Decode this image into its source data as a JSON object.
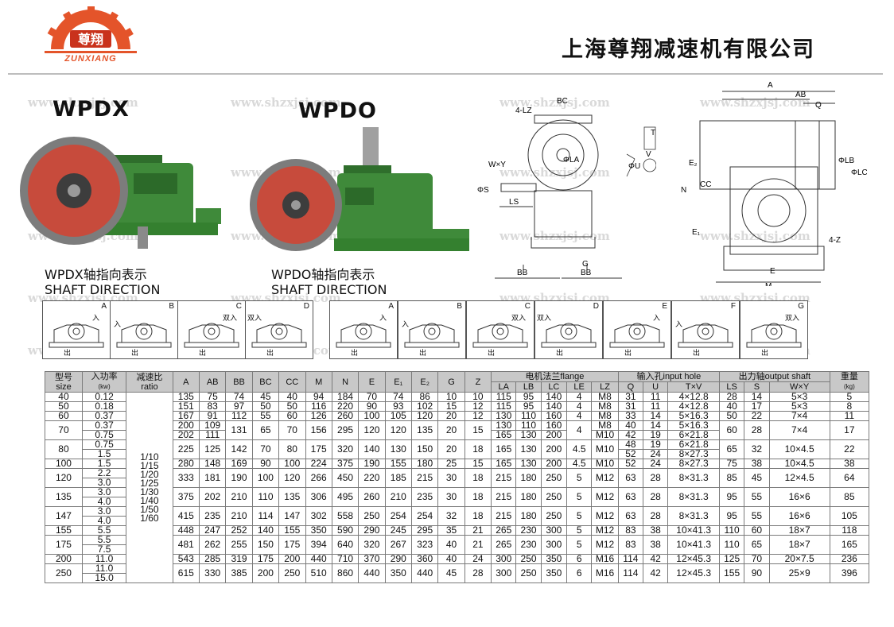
{
  "header": {
    "brand": "ZUNXIANG",
    "logo_chars": "尊翔",
    "company": "上海尊翔减速机有限公司"
  },
  "watermark": "www.shzxjsj.com",
  "products": {
    "wpdx": {
      "model": "WPDX",
      "dir_cn": "WPDX轴指向表示",
      "dir_en": "SHAFT DIRECTION"
    },
    "wpdo": {
      "model": "WPDO",
      "dir_cn": "WPDO轴指向表示",
      "dir_en": "SHAFT DIRECTION"
    }
  },
  "drawing_labels": {
    "side": [
      "BC",
      "4-LZ",
      "ΦLA",
      "W×Y",
      "ΦS",
      "LS",
      "BB",
      "G",
      "BB",
      "T",
      "ΦU",
      "V"
    ],
    "front": [
      "A",
      "AB",
      "Q",
      "E₂",
      "CC",
      "N",
      "E₁",
      "ΦLB",
      "ΦLC",
      "4-Z",
      "E",
      "M"
    ]
  },
  "directions": {
    "in": "入",
    "out": "出",
    "both_in": "双入",
    "wpdx": [
      "A",
      "B",
      "C",
      "D"
    ],
    "wpdo": [
      "A",
      "B",
      "C",
      "D",
      "E",
      "F",
      "G"
    ]
  },
  "table": {
    "headers": {
      "model": "型号",
      "size": "size",
      "power": "入功率",
      "power_unit": "(kw)",
      "ratio_cn": "减速比",
      "ratio_en": "ratio",
      "dims": [
        "A",
        "AB",
        "BB",
        "BC",
        "CC",
        "M",
        "N",
        "E",
        "E₁",
        "E₂",
        "G",
        "Z"
      ],
      "flange": "电机法兰flange",
      "flange_cols": [
        "LA",
        "LB",
        "LC",
        "LE",
        "LZ"
      ],
      "input": "输入孔input hole",
      "input_cols": [
        "Q",
        "U",
        "T×V"
      ],
      "output": "出力轴output shaft",
      "output_cols": [
        "LS",
        "S",
        "W×Y"
      ],
      "weight": "重量",
      "weight_unit": "(kg)"
    },
    "ratios": [
      "1/10",
      "1/15",
      "1/20",
      "1/25",
      "1/30",
      "1/40",
      "1/50",
      "1/60"
    ],
    "rows": [
      {
        "size": "40",
        "power": [
          "0.12"
        ],
        "dims": [
          "135",
          "75",
          "74",
          "45",
          "40",
          "94",
          "184",
          "70",
          "74",
          "86",
          "10",
          "10"
        ],
        "flange": [
          [
            "115",
            "95",
            "140",
            "4",
            "M8"
          ]
        ],
        "input": [
          [
            "31",
            "11",
            "4×12.8"
          ]
        ],
        "output": [
          "28",
          "14",
          "5×3"
        ],
        "weight": "5"
      },
      {
        "size": "50",
        "power": [
          "0.18"
        ],
        "dims": [
          "151",
          "83",
          "97",
          "50",
          "50",
          "116",
          "220",
          "90",
          "93",
          "102",
          "15",
          "12"
        ],
        "flange": [
          [
            "115",
            "95",
            "140",
            "4",
            "M8"
          ]
        ],
        "input": [
          [
            "31",
            "11",
            "4×12.8"
          ]
        ],
        "output": [
          "40",
          "17",
          "5×3"
        ],
        "weight": "8"
      },
      {
        "size": "60",
        "power": [
          "0.37"
        ],
        "dims": [
          "167",
          "91",
          "112",
          "55",
          "60",
          "126",
          "260",
          "100",
          "105",
          "120",
          "20",
          "12"
        ],
        "flange": [
          [
            "130",
            "110",
            "160",
            "4",
            "M8"
          ]
        ],
        "input": [
          [
            "33",
            "14",
            "5×16.3"
          ]
        ],
        "output": [
          "50",
          "22",
          "7×4"
        ],
        "weight": "11"
      },
      {
        "size": "70",
        "power": [
          "0.37",
          "0.75"
        ],
        "dims": [
          [
            "200",
            "202"
          ],
          [
            "109",
            "111"
          ],
          "131",
          "65",
          "70",
          "156",
          "295",
          "120",
          "120",
          "135",
          "20",
          "15"
        ],
        "flange": [
          [
            "130",
            "110",
            "160",
            "4",
            "M8"
          ],
          [
            "165",
            "130",
            "200",
            "",
            "M10"
          ]
        ],
        "input": [
          [
            "40",
            "14",
            "5×16.3"
          ],
          [
            "42",
            "19",
            "6×21.8"
          ]
        ],
        "output": [
          "60",
          "28",
          "7×4"
        ],
        "weight": "17"
      },
      {
        "size": "80",
        "power": [
          "0.75",
          "1.5"
        ],
        "dims": [
          "225",
          "125",
          "142",
          "70",
          "80",
          "175",
          "320",
          "140",
          "130",
          "150",
          "20",
          "18"
        ],
        "flange": [
          [
            "165",
            "130",
            "200",
            "4.5",
            "M10"
          ]
        ],
        "input": [
          [
            "48",
            "19",
            "6×21.8"
          ],
          [
            "52",
            "24",
            "8×27.3"
          ]
        ],
        "output": [
          "65",
          "32",
          "10×4.5"
        ],
        "weight": "22"
      },
      {
        "size": "100",
        "power": [
          "1.5"
        ],
        "dims": [
          "280",
          "148",
          "169",
          "90",
          "100",
          "224",
          "375",
          "190",
          "155",
          "180",
          "25",
          "15"
        ],
        "flange": [
          [
            "165",
            "130",
            "200",
            "4.5",
            "M10"
          ]
        ],
        "input": [
          [
            "52",
            "24",
            "8×27.3"
          ]
        ],
        "output": [
          "75",
          "38",
          "10×4.5"
        ],
        "weight": "38"
      },
      {
        "size": "120",
        "power": [
          "2.2",
          "3.0"
        ],
        "dims": [
          "333",
          "181",
          "190",
          "100",
          "120",
          "266",
          "450",
          "220",
          "185",
          "215",
          "30",
          "18"
        ],
        "flange": [
          [
            "215",
            "180",
            "250",
            "5",
            "M12"
          ]
        ],
        "input": [
          [
            "63",
            "28",
            "8×31.3"
          ]
        ],
        "output": [
          "85",
          "45",
          "12×4.5"
        ],
        "weight": "64"
      },
      {
        "size": "135",
        "power": [
          "3.0",
          "4.0"
        ],
        "dims": [
          "375",
          "202",
          "210",
          "110",
          "135",
          "306",
          "495",
          "260",
          "210",
          "235",
          "30",
          "18"
        ],
        "flange": [
          [
            "215",
            "180",
            "250",
            "5",
            "M12"
          ]
        ],
        "input": [
          [
            "63",
            "28",
            "8×31.3"
          ]
        ],
        "output": [
          "95",
          "55",
          "16×6"
        ],
        "weight": "85"
      },
      {
        "size": "147",
        "power": [
          "3.0",
          "4.0"
        ],
        "dims": [
          "415",
          "235",
          "210",
          "114",
          "147",
          "302",
          "558",
          "250",
          "254",
          "254",
          "32",
          "18"
        ],
        "flange": [
          [
            "215",
            "180",
            "250",
            "5",
            "M12"
          ]
        ],
        "input": [
          [
            "63",
            "28",
            "8×31.3"
          ]
        ],
        "output": [
          "95",
          "55",
          "16×6"
        ],
        "weight": "105"
      },
      {
        "size": "155",
        "power": [
          "5.5"
        ],
        "dims": [
          "448",
          "247",
          "252",
          "140",
          "155",
          "350",
          "590",
          "290",
          "245",
          "295",
          "35",
          "21"
        ],
        "flange": [
          [
            "265",
            "230",
            "300",
            "5",
            "M12"
          ]
        ],
        "input": [
          [
            "83",
            "38",
            "10×41.3"
          ]
        ],
        "output": [
          "110",
          "60",
          "18×7"
        ],
        "weight": "118"
      },
      {
        "size": "175",
        "power": [
          "5.5",
          "7.5"
        ],
        "dims": [
          "481",
          "262",
          "255",
          "150",
          "175",
          "394",
          "640",
          "320",
          "267",
          "323",
          "40",
          "21"
        ],
        "flange": [
          [
            "265",
            "230",
            "300",
            "5",
            "M12"
          ]
        ],
        "input": [
          [
            "83",
            "38",
            "10×41.3"
          ]
        ],
        "output": [
          "110",
          "65",
          "18×7"
        ],
        "weight": "165"
      },
      {
        "size": "200",
        "power": [
          "11.0"
        ],
        "dims": [
          "543",
          "285",
          "319",
          "175",
          "200",
          "440",
          "710",
          "370",
          "290",
          "360",
          "40",
          "24"
        ],
        "flange": [
          [
            "300",
            "250",
            "350",
            "6",
            "M16"
          ]
        ],
        "input": [
          [
            "114",
            "42",
            "12×45.3"
          ]
        ],
        "output": [
          "125",
          "70",
          "20×7.5"
        ],
        "weight": "236"
      },
      {
        "size": "250",
        "power": [
          "11.0",
          "15.0"
        ],
        "dims": [
          "615",
          "330",
          "385",
          "200",
          "250",
          "510",
          "860",
          "440",
          "350",
          "440",
          "45",
          "28"
        ],
        "flange": [
          [
            "300",
            "250",
            "350",
            "6",
            "M16"
          ]
        ],
        "input": [
          [
            "114",
            "42",
            "12×45.3"
          ]
        ],
        "output": [
          "155",
          "90",
          "25×9"
        ],
        "weight": "396"
      }
    ]
  },
  "colors": {
    "logo": "#e4542a",
    "logo_dark": "#c9321c",
    "housing": "#3f8a3a",
    "flange": "#c74b3c",
    "header_bg": "#c8c8c8"
  }
}
